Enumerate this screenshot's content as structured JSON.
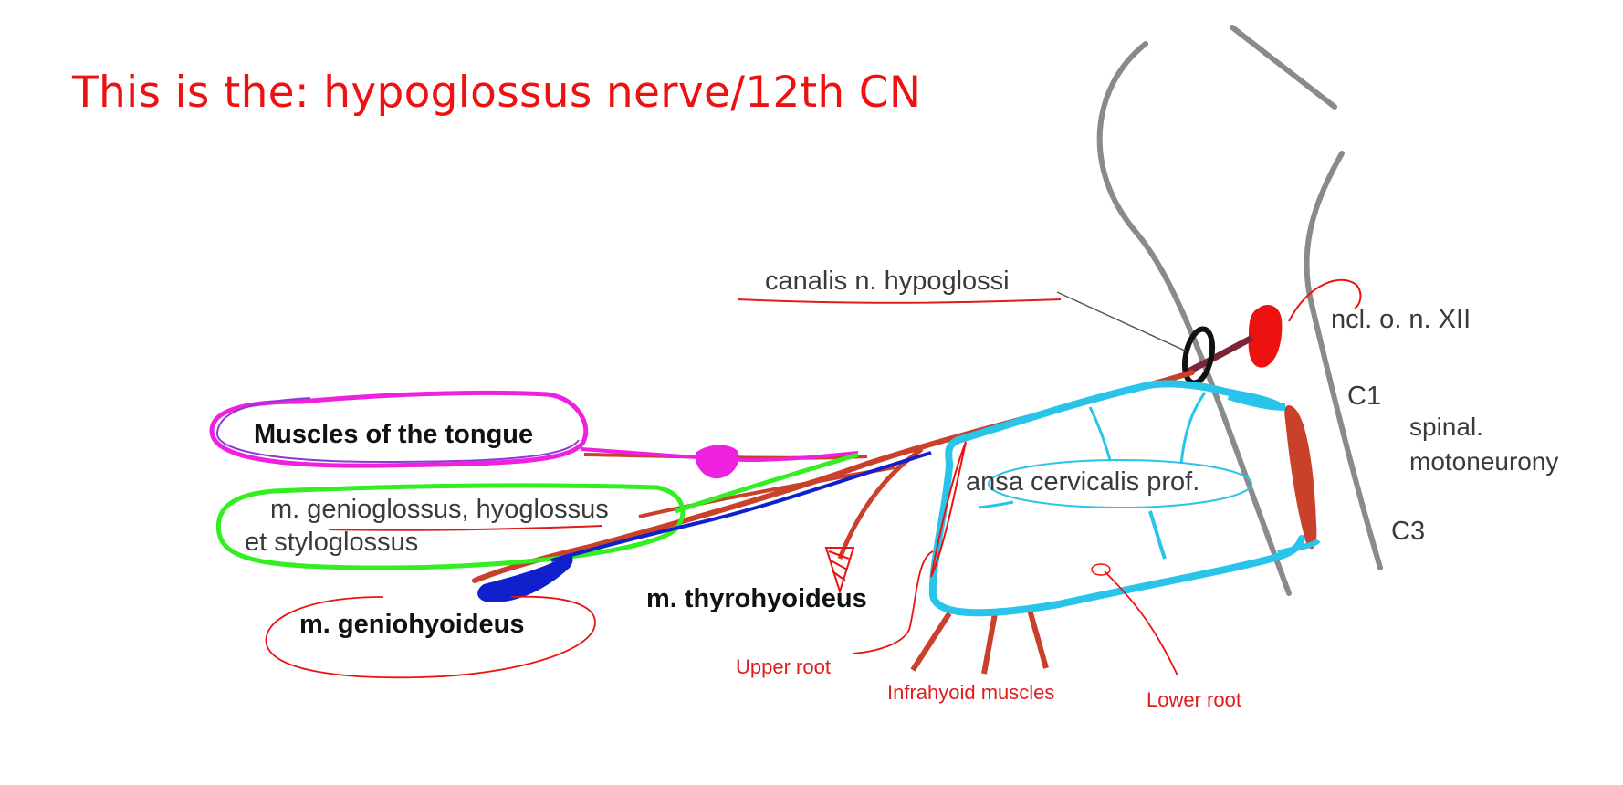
{
  "title": "This is the: hypoglossus nerve/12th CN",
  "labels": {
    "canalis": "canalis n. hypoglossi",
    "nucleus": "ncl. o. n. XII",
    "c1": "C1",
    "c3": "C3",
    "spinal": "spinal.",
    "motoneurony": "motoneurony",
    "tongue_muscles": "Muscles of the tongue",
    "genioglossus": "m. genioglossus, hyoglossus",
    "styloglossus": "et styloglossus",
    "geniohyoideus": "m. geniohyoideus",
    "thyrohyoideus": "m. thyrohyoideus",
    "ansa": "ansa cervicalis prof.",
    "upper_root": "Upper root",
    "infrahyoid": "Infrahyoid muscles",
    "lower_root": "Lower root"
  },
  "colors": {
    "annotation_red": "#ee1111",
    "nerve": "#c9402b",
    "brainstem_outline": "#8a8a8a",
    "ansa_cyan": "#29c4ea",
    "tongue_loop_magenta": "#f020e0",
    "genioglossus_loop_green": "#33ee22",
    "geniohyoid_branch_blue": "#1020cc"
  }
}
